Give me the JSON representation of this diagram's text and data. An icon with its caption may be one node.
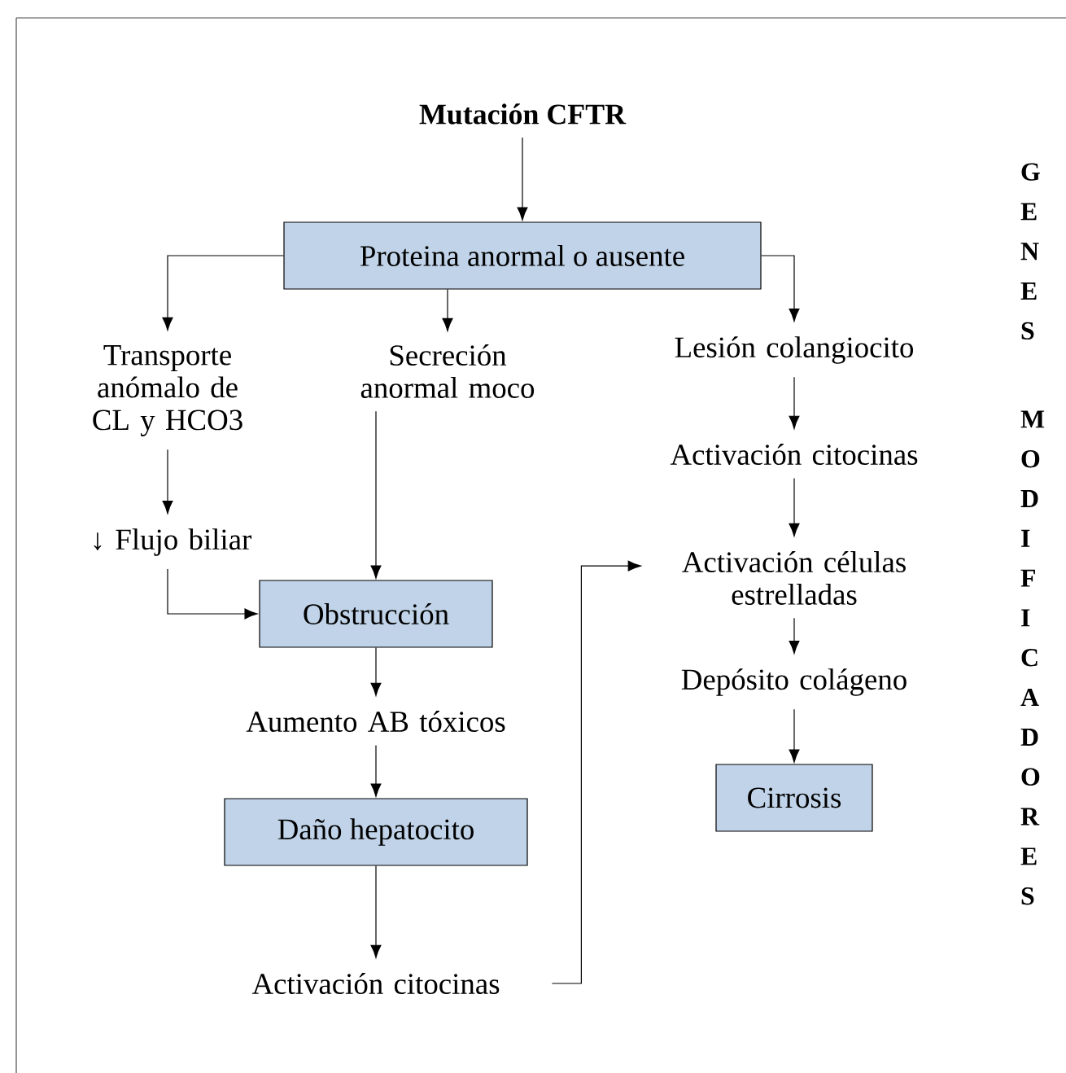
{
  "diagram": {
    "nodes": [
      {
        "text": [
          "Mutación CFTR"
        ]
      },
      {
        "text": [
          "Proteina anormal o ausente"
        ]
      },
      {
        "text": [
          "Transporte anómalo de CL y HCO3"
        ]
      },
      {
        "text": [
          "Secreción anormal moco"
        ]
      },
      {
        "text": [
          "Lesión colangiocito"
        ]
      },
      {
        "text": [
          "Activación citocinas"
        ]
      },
      {
        "text": [
          "↓ Flujo biliar"
        ]
      },
      {
        "text": [
          "Obstrucción"
        ]
      },
      {
        "text": [
          "Activación células estrelladas"
        ]
      },
      {
        "text": [
          "Aumento AB tóxicos"
        ]
      },
      {
        "text": [
          "Depósito colágeno"
        ]
      },
      {
        "text": [
          "Daño hepatocito"
        ]
      },
      {
        "text": [
          "Cirrosis"
        ]
      },
      {
        "text": [
          "Activación citocinas"
        ]
      }
    ],
    "edges": [
      {
        "from": 0,
        "to": 1,
        "arrow": "to"
      },
      {
        "from": 1,
        "to": 2,
        "arrow": "to"
      },
      {
        "from": 1,
        "to": 3,
        "arrow": "to"
      },
      {
        "from": 1,
        "to": 4,
        "arrow": "to"
      },
      {
        "from": 4,
        "to": 5,
        "arrow": "to"
      },
      {
        "from": 5,
        "to": 8,
        "arrow": "to"
      },
      {
        "from": 2,
        "to": 6,
        "arrow": "to"
      },
      {
        "from": 6,
        "to": 7,
        "arrow": "to"
      },
      {
        "from": 3,
        "to": 7,
        "arrow": "to"
      },
      {
        "from": 7,
        "to": 9,
        "arrow": "to"
      },
      {
        "from": 9,
        "to": 11,
        "arrow": "to"
      },
      {
        "from": 11,
        "to": 13,
        "arrow": "to"
      },
      {
        "from": 13,
        "to": 8,
        "arrow": "to"
      },
      {
        "from": 8,
        "to": 10,
        "arrow": "to"
      },
      {
        "from": 10,
        "to": 12,
        "arrow": "to"
      }
    ],
    "labels": [
      "GENES",
      "MODIFICADORES"
    ]
  }
}
